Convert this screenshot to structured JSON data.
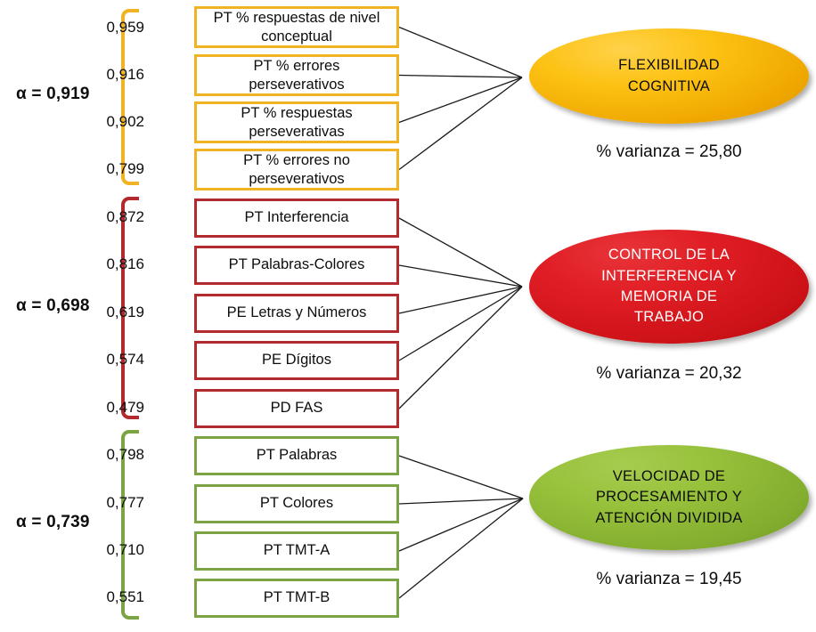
{
  "chart_data": {
    "type": "diagram",
    "title": "",
    "description": "Modelo factorial de tres factores con cargas factoriales y alfas de Cronbach",
    "groups": [
      {
        "id": "flexibilidad",
        "alpha_label": "α = 0,919",
        "color": "#f0b323",
        "factor_name": "FLEXIBILIDAD COGNITIVA",
        "factor_lines": [
          "FLEXIBILIDAD",
          "COGNITIVA"
        ],
        "variance_label": "% varianza = 25,80",
        "variance_value": 25.8,
        "indicators": [
          {
            "loading": "0,959",
            "value": 0.959,
            "label": "PT % respuestas de nivel conceptual",
            "lines": [
              "PT % respuestas de nivel",
              "conceptual"
            ]
          },
          {
            "loading": "0,916",
            "value": 0.916,
            "label": "PT % errores perseverativos",
            "lines": [
              "PT % errores",
              "perseverativos"
            ]
          },
          {
            "loading": "0,902",
            "value": 0.902,
            "label": "PT % respuestas perseverativas",
            "lines": [
              "PT % respuestas",
              "perseverativas"
            ]
          },
          {
            "loading": "0,799",
            "value": 0.799,
            "label": "PT % errores no perseverativos",
            "lines": [
              "PT % errores no",
              "perseverativos"
            ]
          }
        ]
      },
      {
        "id": "control-interferencia",
        "alpha_label": "α = 0,698",
        "color": "#b32a2e",
        "factor_name": "CONTROL DE LA INTERFERENCIA Y MEMORIA DE TRABAJO",
        "factor_lines": [
          "CONTROL DE LA",
          "INTERFERENCIA Y",
          "MEMORIA DE",
          "TRABAJO"
        ],
        "variance_label": "% varianza = 20,32",
        "variance_value": 20.32,
        "indicators": [
          {
            "loading": "0,872",
            "value": 0.872,
            "label": "PT Interferencia",
            "lines": [
              "PT Interferencia"
            ]
          },
          {
            "loading": "0,816",
            "value": 0.816,
            "label": "PT Palabras-Colores",
            "lines": [
              "PT Palabras-Colores"
            ]
          },
          {
            "loading": "0,619",
            "value": 0.619,
            "label": "PE Letras y Números",
            "lines": [
              "PE Letras y Números"
            ]
          },
          {
            "loading": "0,574",
            "value": 0.574,
            "label": "PE Dígitos",
            "lines": [
              "PE Dígitos"
            ]
          },
          {
            "loading": "0,479",
            "value": 0.479,
            "label": "PD FAS",
            "lines": [
              "PD FAS"
            ]
          }
        ]
      },
      {
        "id": "velocidad-procesamiento",
        "alpha_label": "α = 0,739",
        "color": "#7ca444",
        "factor_name": "VELOCIDAD DE PROCESAMIENTO Y ATENCIÓN DIVIDIDA",
        "factor_lines": [
          "VELOCIDAD DE",
          "PROCESAMIENTO Y",
          "ATENCIÓN DIVIDIDA"
        ],
        "variance_label": "% varianza = 19,45",
        "variance_value": 19.45,
        "indicators": [
          {
            "loading": "0,798",
            "value": 0.798,
            "label": "PT Palabras",
            "lines": [
              "PT Palabras"
            ]
          },
          {
            "loading": "0,777",
            "value": 0.777,
            "label": "PT Colores",
            "lines": [
              "PT Colores"
            ]
          },
          {
            "loading": "0,710",
            "value": 0.71,
            "label": "PT TMT-A",
            "lines": [
              "PT TMT-A"
            ]
          },
          {
            "loading": "0,551",
            "value": 0.551,
            "label": "PT TMT-B",
            "lines": [
              "PT TMT-B"
            ]
          }
        ]
      }
    ]
  },
  "colors": {
    "amber": "#f0b323",
    "red": "#b32a2e",
    "green": "#7ca444",
    "connector": "#1a1a1a",
    "background": "#ffffff"
  }
}
